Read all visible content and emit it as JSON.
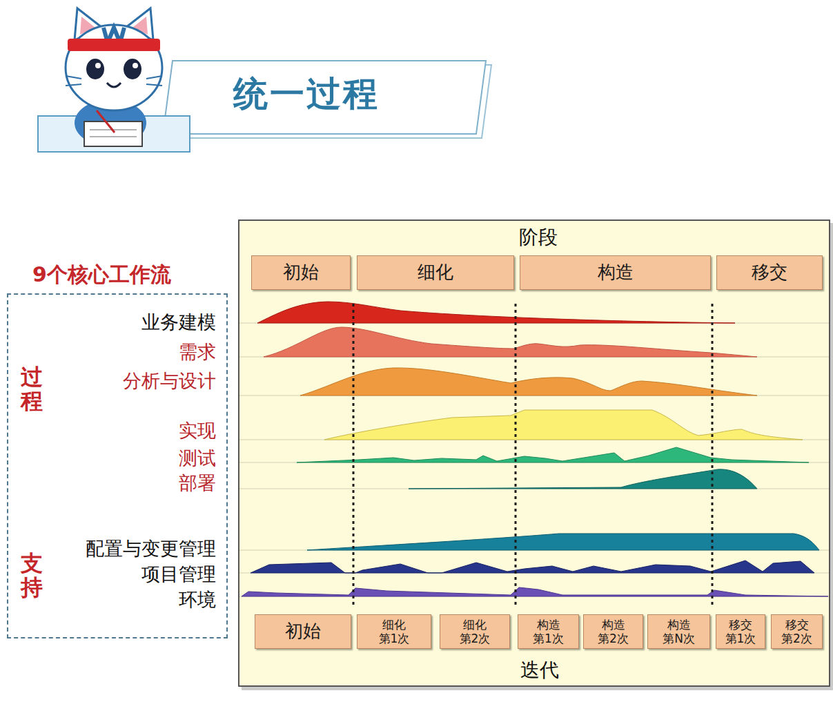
{
  "diagram": {
    "title": "统一过程",
    "nodes": [
      {
        "text": [
          "9个核心工作流",
          "过程",
          "业务建模",
          "需求",
          "分析与设计",
          "实现",
          "测试",
          "部署",
          "支持",
          "配置与变更管理",
          "项目管理",
          "环境"
        ]
      },
      {
        "text": [
          "阶段",
          "迭代"
        ]
      },
      {
        "text": [
          "初始"
        ],
        "in": 1
      },
      {
        "text": [
          "细化"
        ],
        "in": 1
      },
      {
        "text": [
          "构造"
        ],
        "in": 1
      },
      {
        "text": [
          "移交"
        ],
        "in": 1
      },
      {
        "text": [
          "初始"
        ],
        "in": 1
      },
      {
        "text": [
          "细化 第1次"
        ],
        "in": 1
      },
      {
        "text": [
          "细化 第2次"
        ],
        "in": 1
      },
      {
        "text": [
          "构造 第1次"
        ],
        "in": 1
      },
      {
        "text": [
          "构造 第2次"
        ],
        "in": 1
      },
      {
        "text": [
          "构造 第N次"
        ],
        "in": 1
      },
      {
        "text": [
          "移交 第1次"
        ],
        "in": 1
      },
      {
        "text": [
          "移交 第2次"
        ],
        "in": 1
      }
    ]
  }
}
